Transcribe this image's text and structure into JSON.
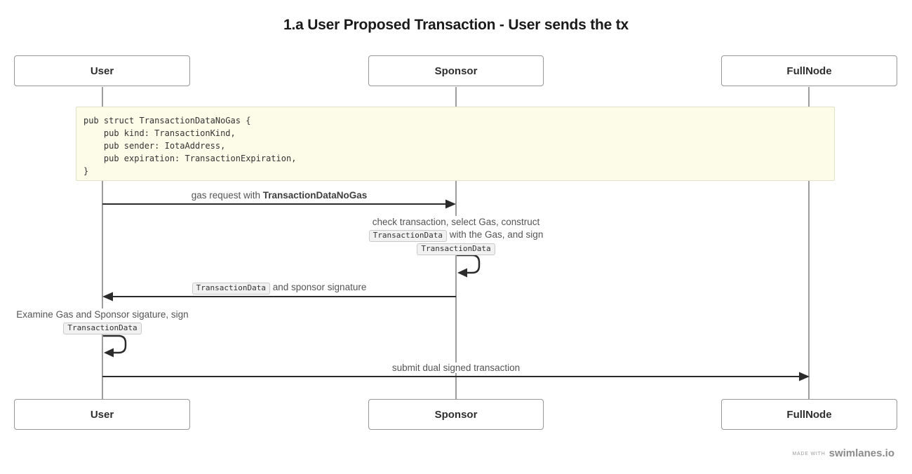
{
  "title": "1.a User Proposed Transaction - User sends the tx",
  "actors": [
    {
      "label": "User"
    },
    {
      "label": "Sponsor"
    },
    {
      "label": "FullNode"
    }
  ],
  "note": {
    "code_lines": [
      "pub struct TransactionDataNoGas {",
      "    pub kind: TransactionKind,",
      "    pub sender: IotaAddress,",
      "    pub expiration: TransactionExpiration,",
      "}"
    ]
  },
  "messages": {
    "gas_request": {
      "text": "gas request with ",
      "bold": "TransactionDataNoGas"
    },
    "sponsor_self": {
      "line1": "check transaction, select Gas, construct",
      "line2_code": "TransactionData",
      "line2_text": " with the Gas, and sign",
      "line3_code": "TransactionData"
    },
    "return_signed": {
      "code": "TransactionData",
      "text": " and sponsor signature"
    },
    "user_self": {
      "line1": "Examine Gas and Sponsor sigature, sign",
      "line2_code": "TransactionData"
    },
    "submit": {
      "text": "submit dual signed transaction"
    }
  },
  "footer": {
    "made_with": "MADE WITH",
    "brand": "swimlanes.io"
  },
  "colors": {
    "arrow": "#2b2b2b",
    "lifeline": "#9e9e9e",
    "note_bg": "#fdfce8",
    "note_border": "#e2e1c8",
    "box_border": "#979797",
    "code_chip_bg": "#f1f1f1",
    "text": "#545454"
  }
}
